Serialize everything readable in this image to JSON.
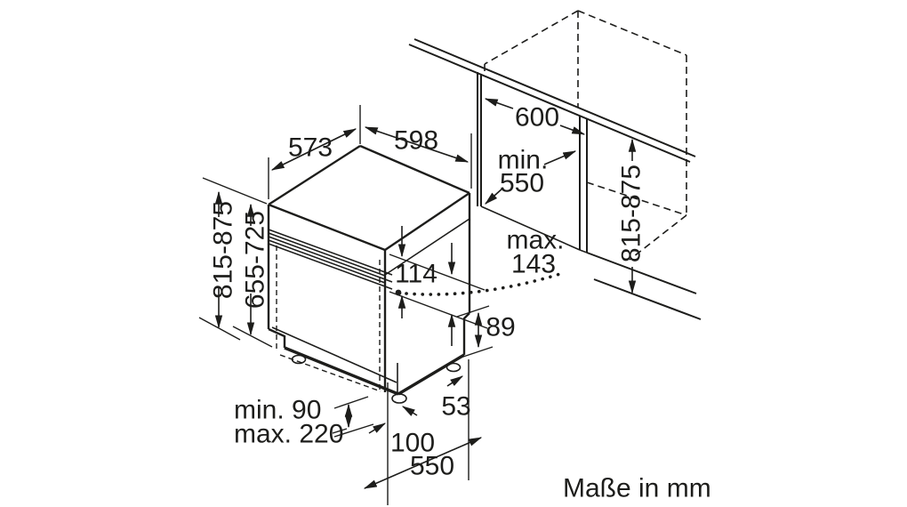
{
  "page": {
    "background": "#ffffff",
    "ink": "#1d1d1b"
  },
  "footer": {
    "units_note": "Maße in mm"
  },
  "dimensions": {
    "appliance_width": "573",
    "appliance_depth": "598",
    "niche_width": "600",
    "niche_depth_min_line1": "min.",
    "niche_depth_min_line2": "550",
    "appliance_height_left": "815-875",
    "door_panel_height": "655-725",
    "control_fascia_height": "114",
    "door_clearance_max_line1": "max.",
    "door_clearance_max_line2": "143",
    "side_recess_height": "89",
    "plinth_height_min": "min. 90",
    "plinth_height_max": "max. 220",
    "front_foot_offset": "100",
    "side_foot_offset": "53",
    "base_depth": "550",
    "niche_height_right": "815-875"
  }
}
